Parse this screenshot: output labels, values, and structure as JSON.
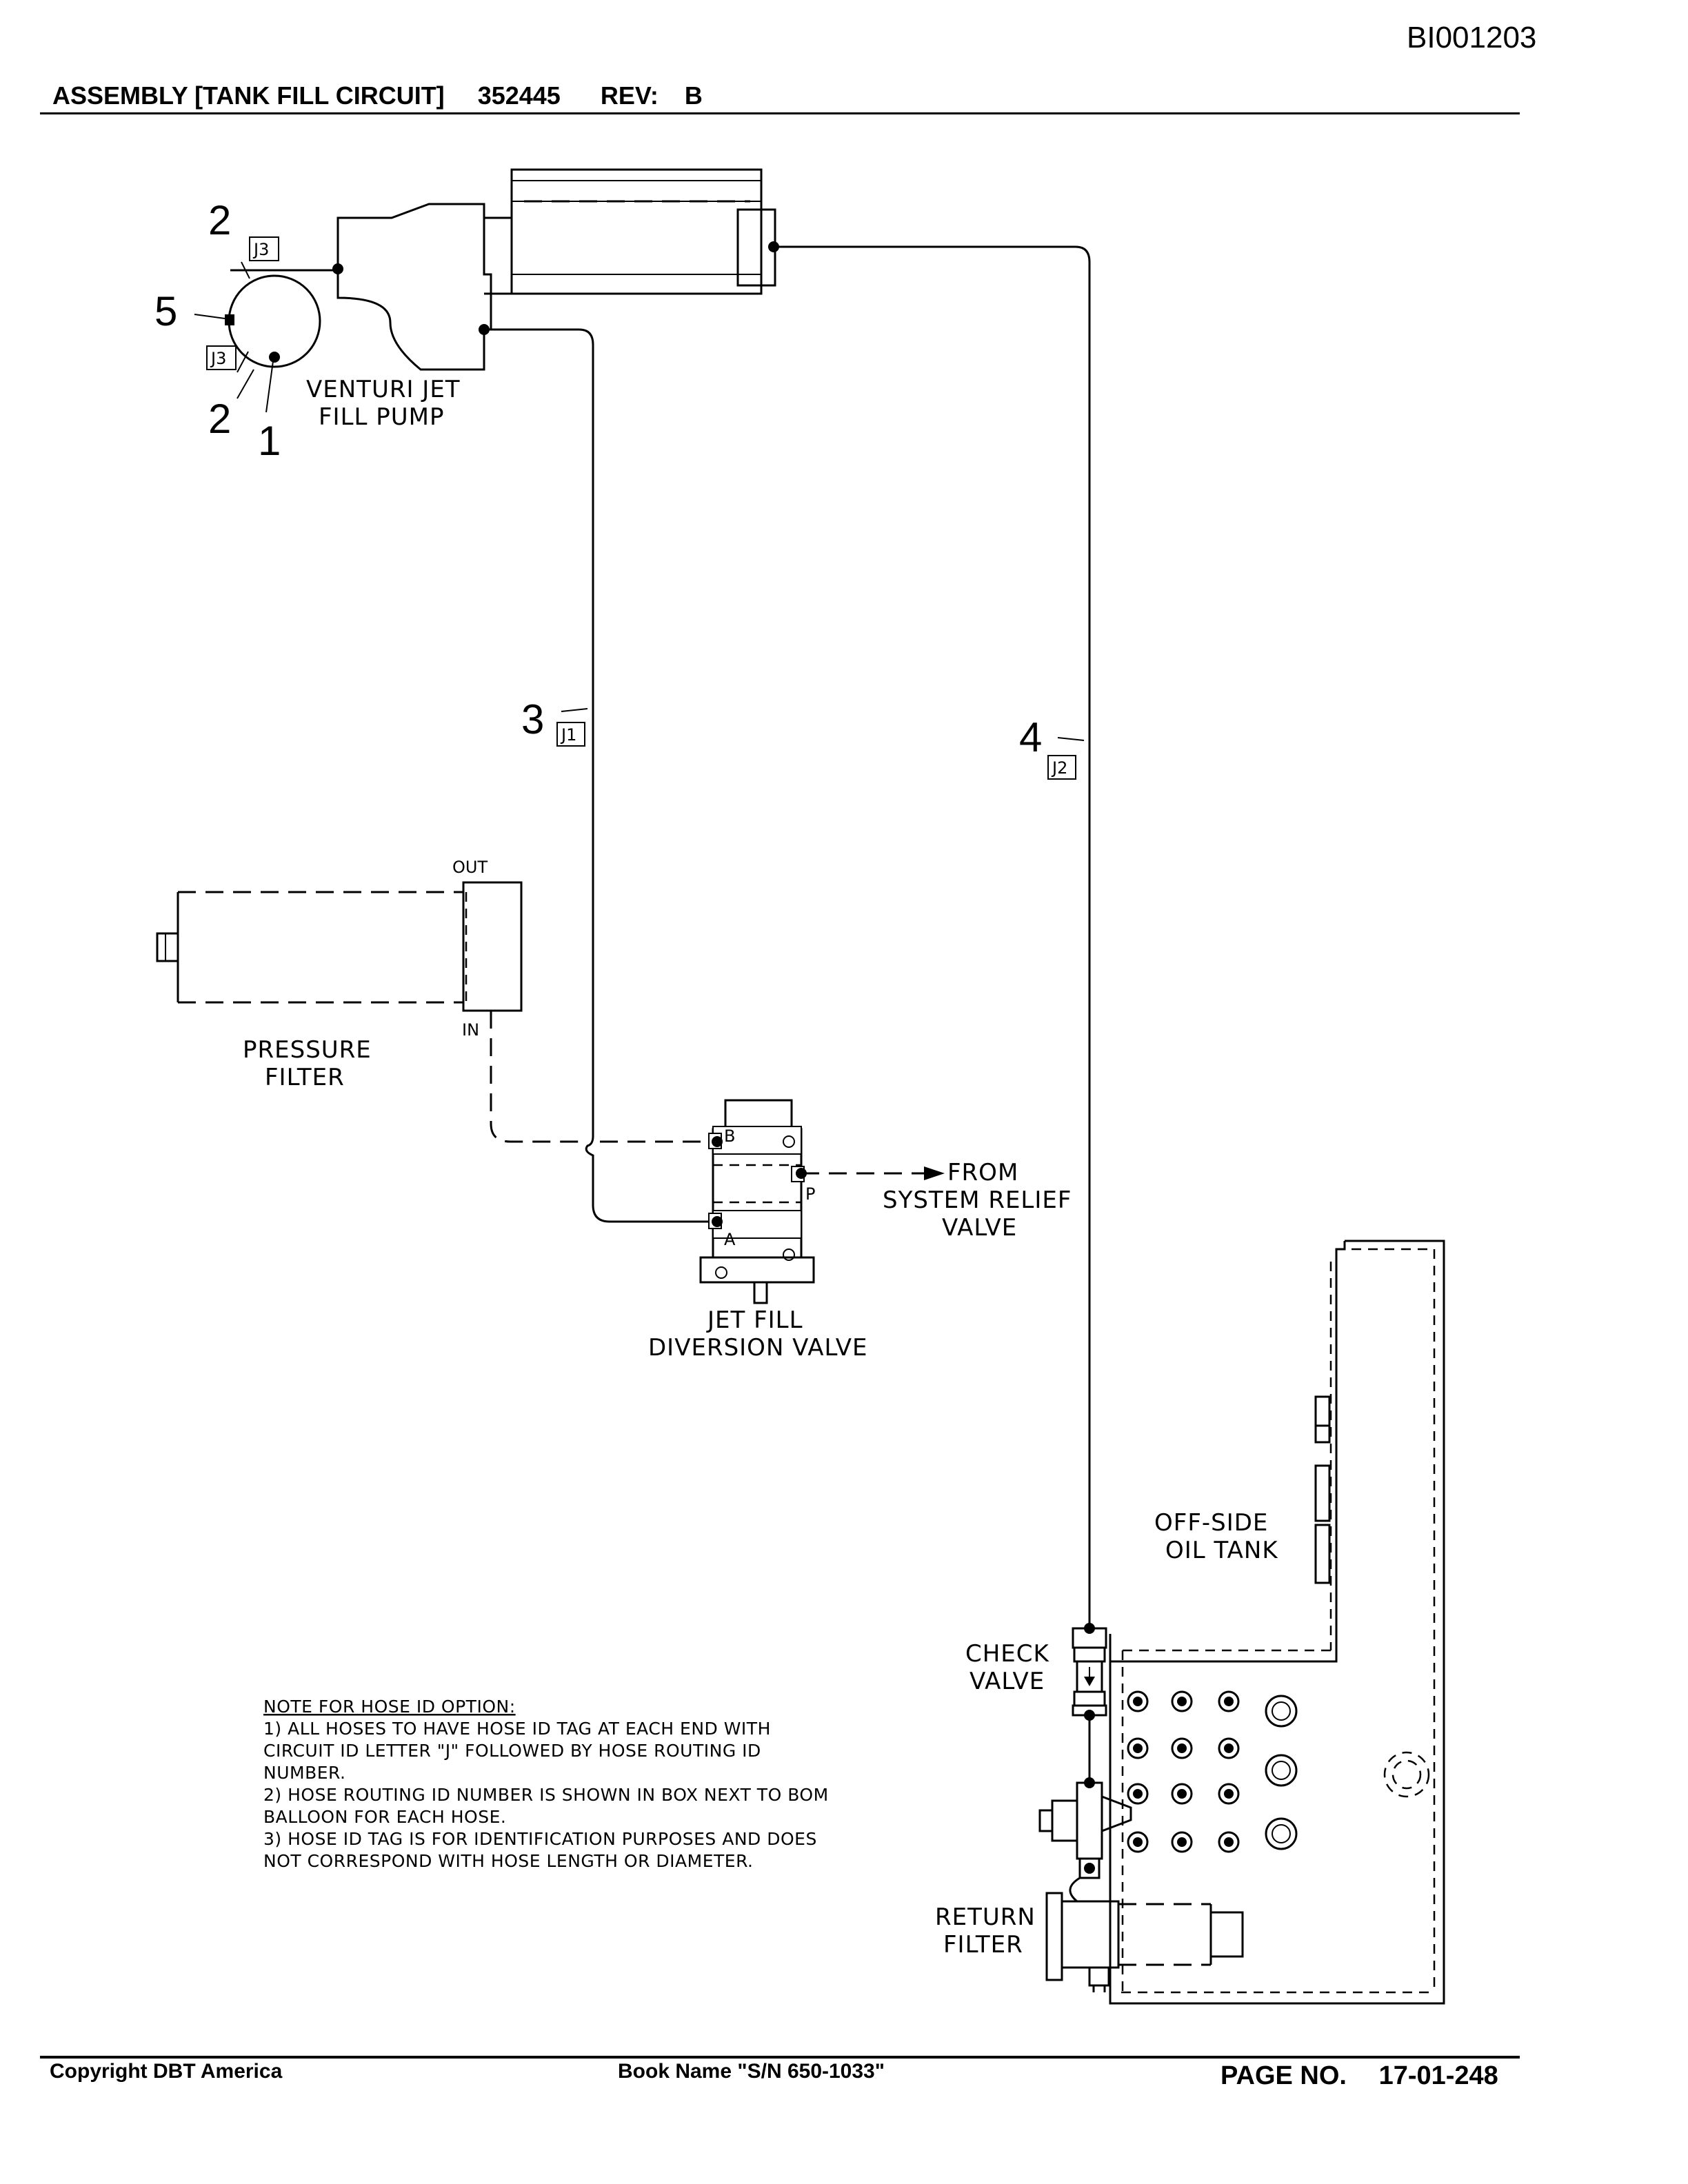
{
  "document_id": "BI001203",
  "header": {
    "title": "ASSEMBLY [TANK FILL CIRCUIT]",
    "part_number": "352445",
    "rev_label": "REV:",
    "rev_value": "B"
  },
  "footer": {
    "copyright": "Copyright DBT America",
    "book_name": "Book Name \"S/N 650-1033\"",
    "page_label": "PAGE NO.",
    "page_value": "17-01-248"
  },
  "components": {
    "venturi_pump": [
      "VENTURI JET",
      "FILL PUMP"
    ],
    "pressure_filter": [
      "PRESSURE",
      "FILTER"
    ],
    "port_out": "OUT",
    "port_in": "IN",
    "diversion_valve": [
      "JET FILL",
      "DIVERSION VALVE"
    ],
    "relief_source": [
      "FROM",
      "SYSTEM RELIEF",
      "VALVE"
    ],
    "oil_tank": [
      "OFF-SIDE",
      "OIL TANK"
    ],
    "check_valve": [
      "CHECK",
      "VALVE"
    ],
    "return_filter": [
      "RETURN",
      "FILTER"
    ],
    "valve_port_a": "A",
    "valve_port_b": "B",
    "valve_port_p": "P"
  },
  "balloons": {
    "b2_top": "2",
    "b5": "5",
    "b2_bottom": "2",
    "b1": "1",
    "b3": "3",
    "b4": "4"
  },
  "hose_ids": {
    "j3_top": "J3",
    "j3_bottom": "J3",
    "j1": "J1",
    "j2": "J2"
  },
  "note": {
    "title": "NOTE FOR HOSE ID OPTION:",
    "lines": [
      "1) ALL HOSES TO HAVE HOSE ID TAG AT EACH END WITH",
      "CIRCUIT ID LETTER \"J\" FOLLOWED BY HOSE ROUTING ID",
      "NUMBER.",
      "2) HOSE ROUTING ID NUMBER IS SHOWN IN BOX NEXT TO BOM",
      "BALLOON FOR EACH HOSE.",
      "3) HOSE ID TAG IS FOR IDENTIFICATION PURPOSES AND DOES",
      "NOT CORRESPOND WITH HOSE LENGTH OR DIAMETER."
    ]
  }
}
